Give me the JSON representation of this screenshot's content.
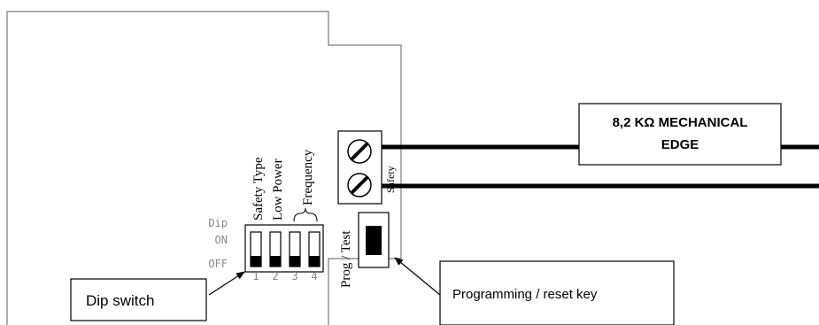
{
  "mechanical_edge": {
    "line1": "8,2 KΩ MECHANICAL",
    "line2": "EDGE"
  },
  "terminal": {
    "label": "Safety"
  },
  "dip": {
    "title": "Dip",
    "on_label": "ON",
    "off_label": "OFF",
    "numbers": [
      "1",
      "2",
      "3",
      "4"
    ],
    "labels": {
      "safety_type": "Safety Type",
      "low_power": "Low Power",
      "frequency": "Frequency"
    }
  },
  "prog_test_label": "Prog / Test",
  "callouts": {
    "dip_switch": "Dip switch",
    "programming_key": "Programming / reset key"
  }
}
